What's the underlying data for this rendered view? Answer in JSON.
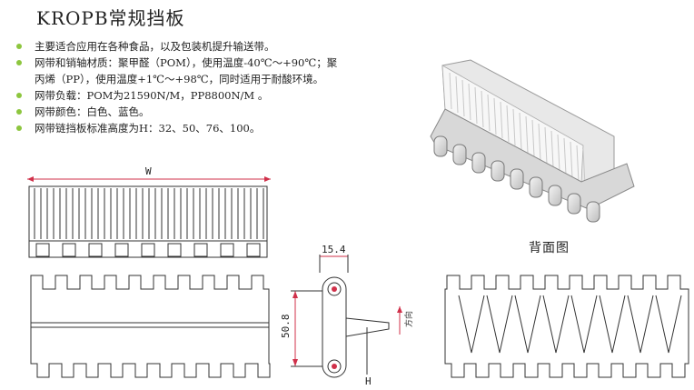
{
  "title": "KROPB常规挡板",
  "bullets": [
    {
      "line1": "主要适合应用在各种食品，以及包装机提升输送带。",
      "line2": ""
    },
    {
      "line1": "网带和销轴材质：聚甲醛（POM），使用温度-40℃～+90℃；聚",
      "line2": "丙烯（PP），使用温度+1℃～+98℃，同时适用于耐酸环境。"
    },
    {
      "line1": "网带负载：POM为21590N/M，PP8800N/M 。",
      "line2": ""
    },
    {
      "line1": "网带颜色：白色、蓝色。",
      "line2": ""
    },
    {
      "line1": "网带链挡板标准高度为H：32、50、76、100。",
      "line2": ""
    }
  ],
  "drawing": {
    "width_label": "W",
    "pitch_label": "15.4",
    "height_label": "50.8",
    "h_label": "H",
    "direction_label": "方向"
  },
  "back_view_title": "背面图",
  "colors": {
    "bullet": "#8dc63f",
    "line": "#333333",
    "arrow": "#d0304a"
  }
}
